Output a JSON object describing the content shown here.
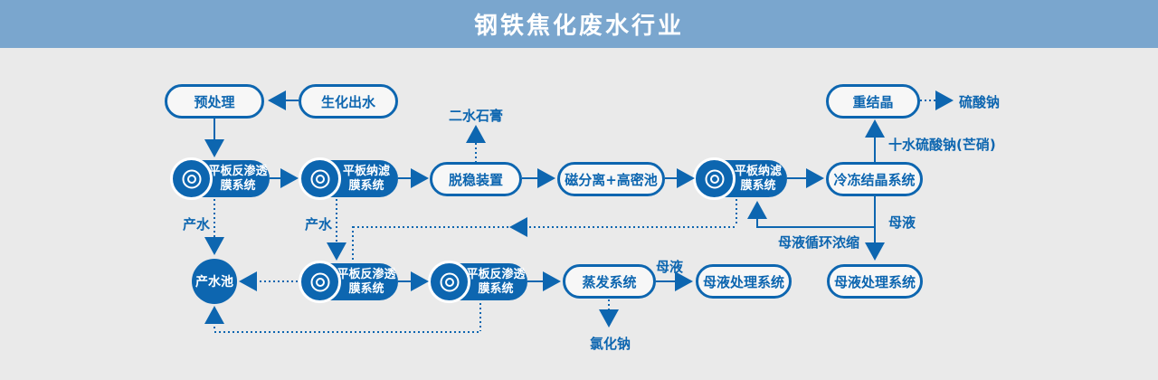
{
  "header": {
    "title": "钢铁焦化废水行业"
  },
  "nodes": {
    "pretreatment": "预处理",
    "bio_effluent": "生化出水",
    "recrystallization": "重结晶",
    "destabilization": "脱稳装置",
    "magnetic_separation": "磁分离+高密池",
    "freeze_crystallization": "冷冻结晶系统",
    "evaporation": "蒸发系统",
    "ml_treatment": "母液处理系统",
    "product_tank": "产水池",
    "ro_line1": "平板反渗透",
    "nf_line1": "平板纳滤",
    "membrane_line2": "膜系统"
  },
  "labels": {
    "gypsum": "二水石膏",
    "sodium_sulfate": "硫酸钠",
    "mirabilite": "十水硫酸钠(芒硝)",
    "product_water": "产水",
    "mother_liquor": "母液",
    "ml_recycle": "母液循环浓缩",
    "sodium_chloride": "氯化钠"
  },
  "icons": {
    "membrane_disc": "double-circle-disc"
  },
  "colors": {
    "accent_blue": "#0d66b0",
    "header_blue": "#7aa6ce",
    "canvas_gray": "#eaeaea"
  }
}
